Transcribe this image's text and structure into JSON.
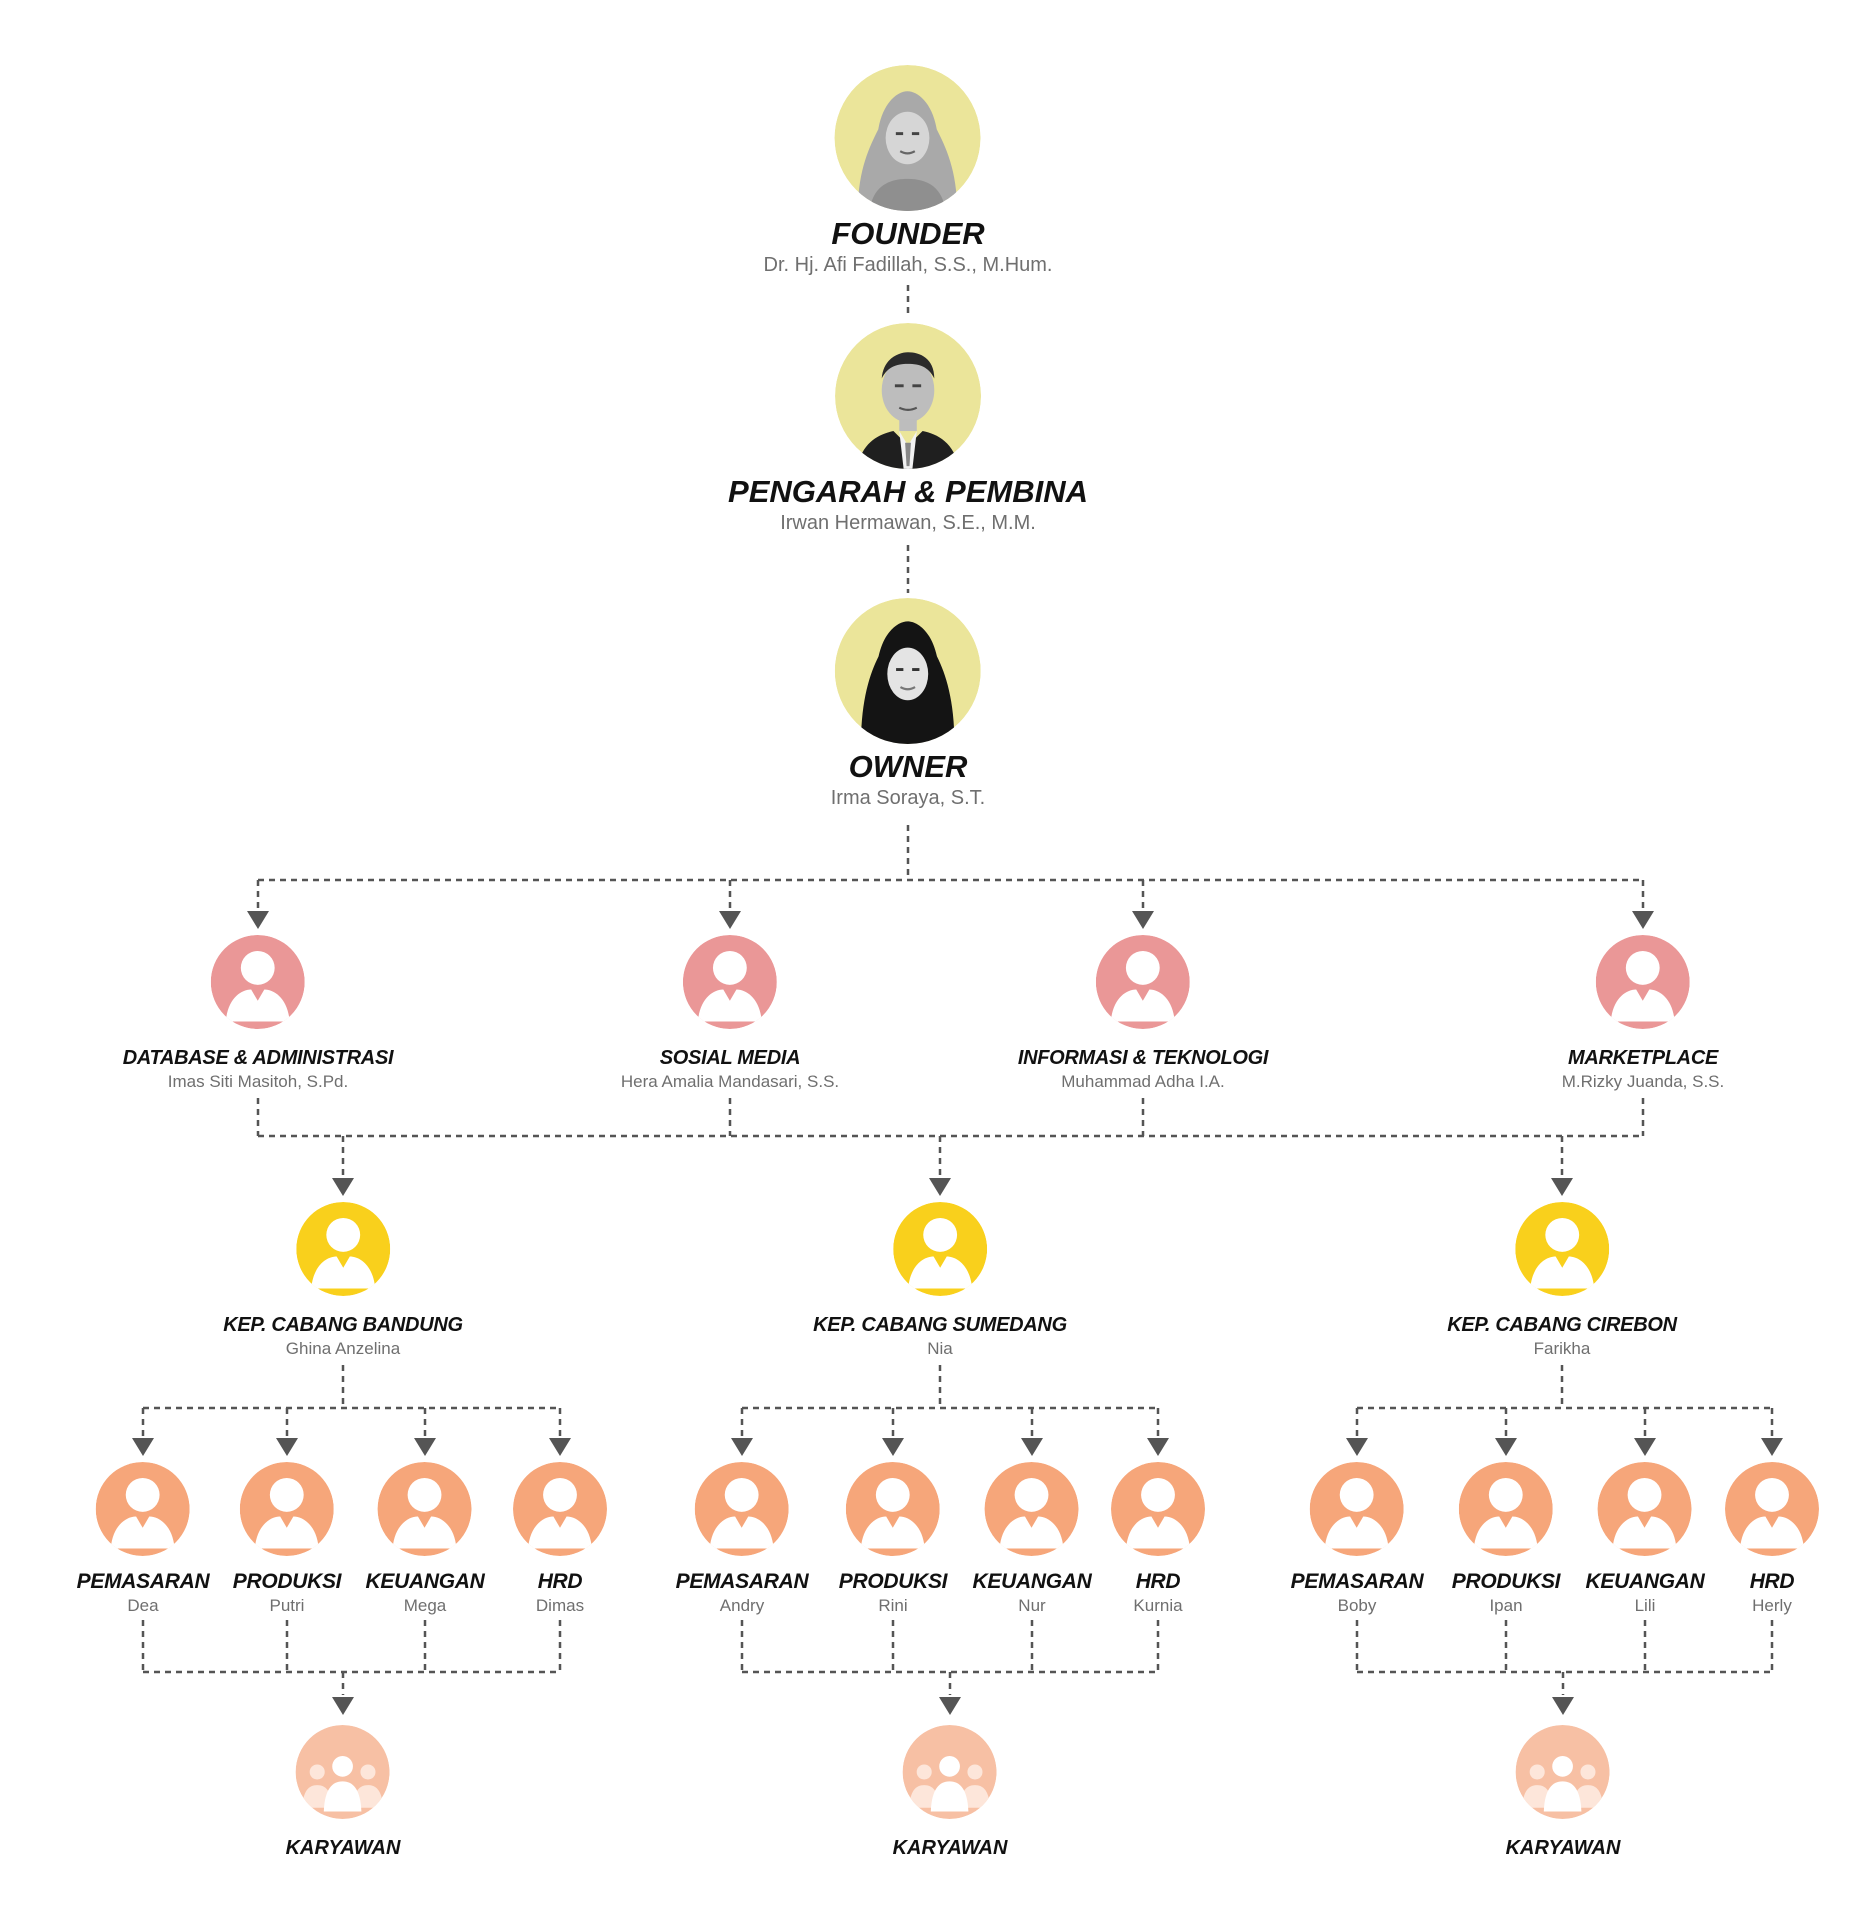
{
  "colors": {
    "photo_bg": "#ebe59a",
    "division": "#ea9797",
    "branch": "#f9d01c",
    "department": "#f6a67a",
    "employees": "#f7c0a4",
    "line": "#555555"
  },
  "top": [
    {
      "id": "founder",
      "title": "FOUNDER",
      "name": "Dr. Hj. Afi Fadillah, S.S., M.Hum.",
      "icon": "photo-hijab-woman"
    },
    {
      "id": "pengarah",
      "title": "PENGARAH & PEMBINA",
      "name": "Irwan Hermawan, S.E., M.M.",
      "icon": "photo-man-suit"
    },
    {
      "id": "owner",
      "title": "OWNER",
      "name": "Irma Soraya, S.T.",
      "icon": "photo-hijab-woman-black"
    }
  ],
  "divisions": [
    {
      "id": "database",
      "title": "DATABASE & ADMINISTRASI",
      "name": "Imas Siti Masitoh, S.Pd."
    },
    {
      "id": "sosmed",
      "title": "SOSIAL MEDIA",
      "name": "Hera Amalia Mandasari, S.S."
    },
    {
      "id": "it",
      "title": "INFORMASI & TEKNOLOGI",
      "name": "Muhammad Adha I.A."
    },
    {
      "id": "marketplace",
      "title": "MARKETPLACE",
      "name": "M.Rizky Juanda, S.S."
    }
  ],
  "branches": [
    {
      "id": "bandung",
      "title": "KEP. CABANG BANDUNG",
      "name": "Ghina Anzelina",
      "departments": [
        {
          "title": "PEMASARAN",
          "name": "Dea"
        },
        {
          "title": "PRODUKSI",
          "name": "Putri"
        },
        {
          "title": "KEUANGAN",
          "name": "Mega"
        },
        {
          "title": "HRD",
          "name": "Dimas"
        }
      ],
      "employees": {
        "title": "KARYAWAN"
      }
    },
    {
      "id": "sumedang",
      "title": "KEP. CABANG SUMEDANG",
      "name": "Nia",
      "departments": [
        {
          "title": "PEMASARAN",
          "name": "Andry"
        },
        {
          "title": "PRODUKSI",
          "name": "Rini"
        },
        {
          "title": "KEUANGAN",
          "name": "Nur"
        },
        {
          "title": "HRD",
          "name": "Kurnia"
        }
      ],
      "employees": {
        "title": "KARYAWAN"
      }
    },
    {
      "id": "cirebon",
      "title": "KEP. CABANG CIREBON",
      "name": "Farikha",
      "departments": [
        {
          "title": "PEMASARAN",
          "name": "Boby"
        },
        {
          "title": "PRODUKSI",
          "name": "Ipan"
        },
        {
          "title": "KEUANGAN",
          "name": "Lili"
        },
        {
          "title": "HRD",
          "name": "Herly"
        }
      ],
      "employees": {
        "title": "KARYAWAN"
      }
    }
  ]
}
